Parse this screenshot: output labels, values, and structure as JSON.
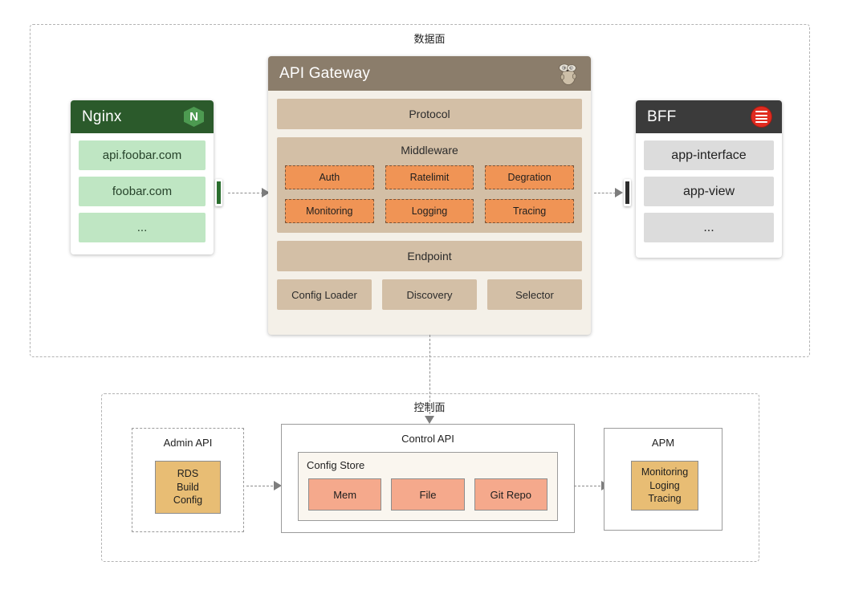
{
  "diagram": {
    "planes": {
      "data": {
        "label": "数据面"
      },
      "control": {
        "label": "控制面"
      }
    },
    "nginx": {
      "title": "Nginx",
      "icon": "nginx-logo-icon",
      "items": [
        "api.foobar.com",
        "foobar.com",
        "..."
      ]
    },
    "gateway": {
      "title": "API Gateway",
      "icon": "go-gopher-icon",
      "protocol": "Protocol",
      "middleware": {
        "title": "Middleware",
        "items": [
          "Auth",
          "Ratelimit",
          "Degration",
          "Monitoring",
          "Logging",
          "Tracing"
        ]
      },
      "endpoint": "Endpoint",
      "bottom": [
        "Config Loader",
        "Discovery",
        "Selector"
      ]
    },
    "bff": {
      "title": "BFF",
      "icon": "database-stack-icon",
      "items": [
        "app-interface",
        "app-view",
        "..."
      ]
    },
    "admin_api": {
      "title": "Admin API",
      "node": "RDS\nBuild\nConfig"
    },
    "control_api": {
      "title": "Control API",
      "config_store": {
        "title": "Config Store",
        "items": [
          "Mem",
          "File",
          "Git Repo"
        ]
      }
    },
    "apm": {
      "title": "APM",
      "node": "Monitoring\nLoging\nTracing"
    },
    "colors": {
      "nginx_header": "#2b5a2b",
      "nginx_item": "#bfe6c3",
      "gateway_header": "#8b7d6b",
      "gateway_body": "#f4f0e8",
      "gateway_panel": "#d3bfa6",
      "middleware_cell": "#f09455",
      "bff_header": "#3b3b3b",
      "bff_item": "#dcdcdc",
      "bff_icon": "#e02b20",
      "config_cell": "#f5a98c",
      "amber_node": "#e8bd74",
      "dash_border": "#b3b3b3"
    }
  }
}
